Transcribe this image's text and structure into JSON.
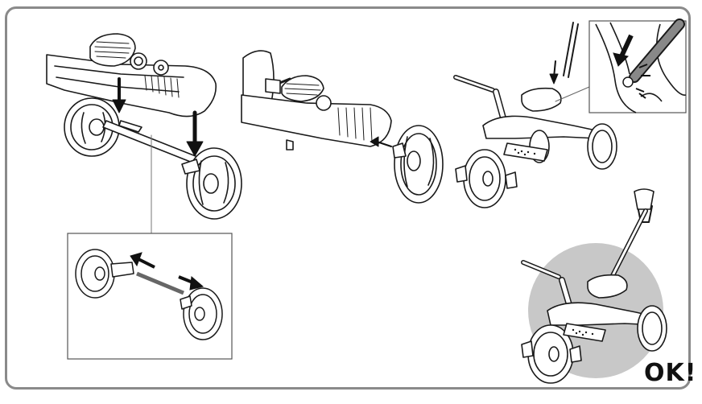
{
  "diagram": {
    "steps": [
      {
        "id": "rear-axle",
        "description": ""
      },
      {
        "id": "front-wheel",
        "description": ""
      },
      {
        "id": "push-handle-pin",
        "description": ""
      },
      {
        "id": "done",
        "description": ""
      }
    ],
    "detail_inset": {
      "id": "axle-detail"
    },
    "pin_inset": {
      "id": "pin-detail"
    },
    "final_label": "OK!",
    "colors": {
      "frame": "#8a8a8a",
      "ink": "#1a1a1a",
      "highlight_circle": "#c8c8c8",
      "arrow": "#111111",
      "inset_fill": "#e9e9e9"
    }
  }
}
